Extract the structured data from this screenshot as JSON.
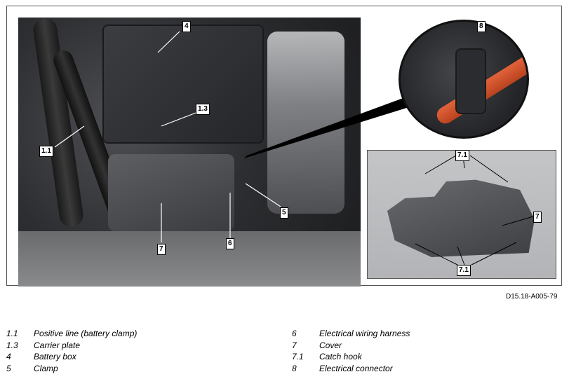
{
  "figure": {
    "reference": "D15.18-A005-79",
    "callouts": {
      "c4": "4",
      "c1_3": "1.3",
      "c1_1": "1.1",
      "c7_main": "7",
      "c6": "6",
      "c5": "5",
      "c8": "8",
      "c7_1_top": "7.1",
      "c7_detail": "7",
      "c7_1_bottom": "7.1"
    }
  },
  "legend": {
    "left": [
      {
        "code": "1.1",
        "text": "Positive line (battery clamp)"
      },
      {
        "code": "1.3",
        "text": "Carrier plate"
      },
      {
        "code": "4",
        "text": "Battery box"
      },
      {
        "code": "5",
        "text": "Clamp"
      }
    ],
    "right": [
      {
        "code": "6",
        "text": "Electrical wiring harness"
      },
      {
        "code": "7",
        "text": "Cover"
      },
      {
        "code": "7.1",
        "text": "Catch hook"
      },
      {
        "code": "8",
        "text": "Electrical connector"
      }
    ]
  },
  "colors": {
    "frame": "#555555",
    "wire_highlight": "#e2623a",
    "detail_background": "#c4c5c7"
  }
}
